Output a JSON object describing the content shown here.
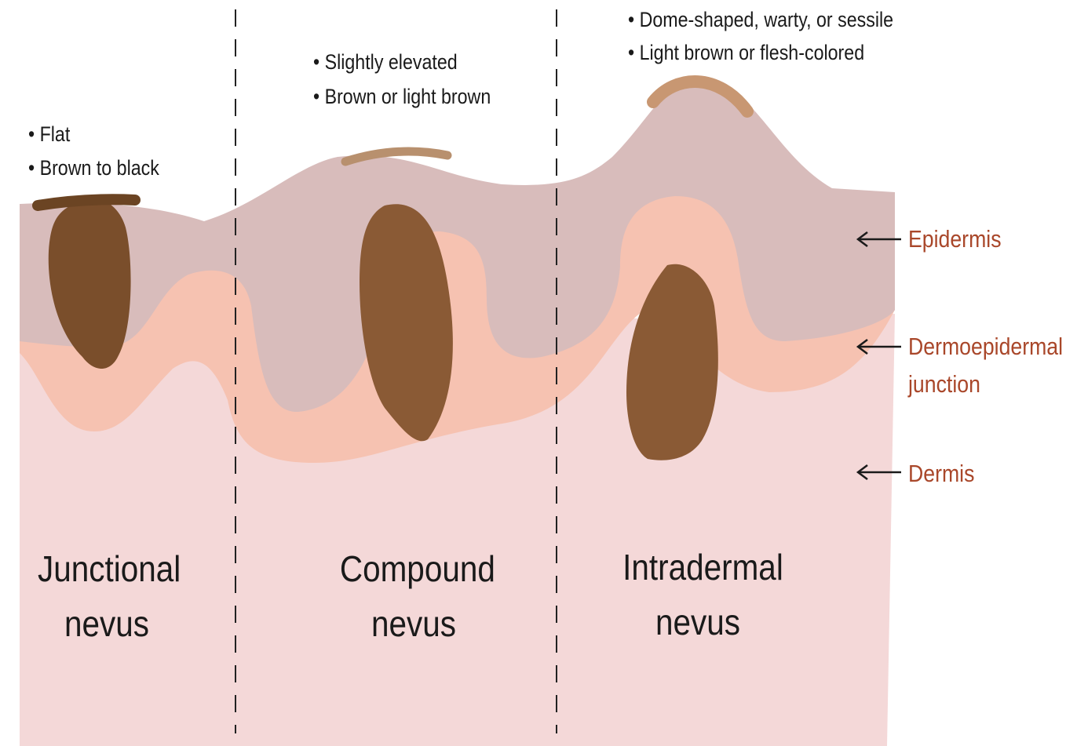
{
  "colors": {
    "epidermis": "#d8bcbb",
    "junction": "#f6c2b1",
    "dermis": "#f4d8d8",
    "nevus_nest": "#7a4e2b",
    "nevus_nest_compound": "#8a5a35",
    "surface_junctional": "#6b4423",
    "surface_compound": "#b8906e",
    "surface_intradermal": "#c89772",
    "label_accent": "#a9472a",
    "text": "#1a1a1a"
  },
  "panels": [
    {
      "name": "junctional",
      "title_line1": "Junctional",
      "title_line2": "nevus",
      "features": [
        "• Flat",
        "• Brown to black"
      ]
    },
    {
      "name": "compound",
      "title_line1": "Compound",
      "title_line2": "nevus",
      "features": [
        "• Slightly elevated",
        "• Brown or light brown"
      ]
    },
    {
      "name": "intradermal",
      "title_line1": "Intradermal",
      "title_line2": "nevus",
      "features": [
        "• Dome-shaped, warty, or sessile",
        "• Light brown or flesh-colored"
      ]
    }
  ],
  "layers": {
    "epidermis": "Epidermis",
    "junction_line1": "Dermoepidermal",
    "junction_line2": "junction",
    "dermis": "Dermis"
  },
  "icons": {
    "layer_pointer": "left-arrow-icon"
  }
}
